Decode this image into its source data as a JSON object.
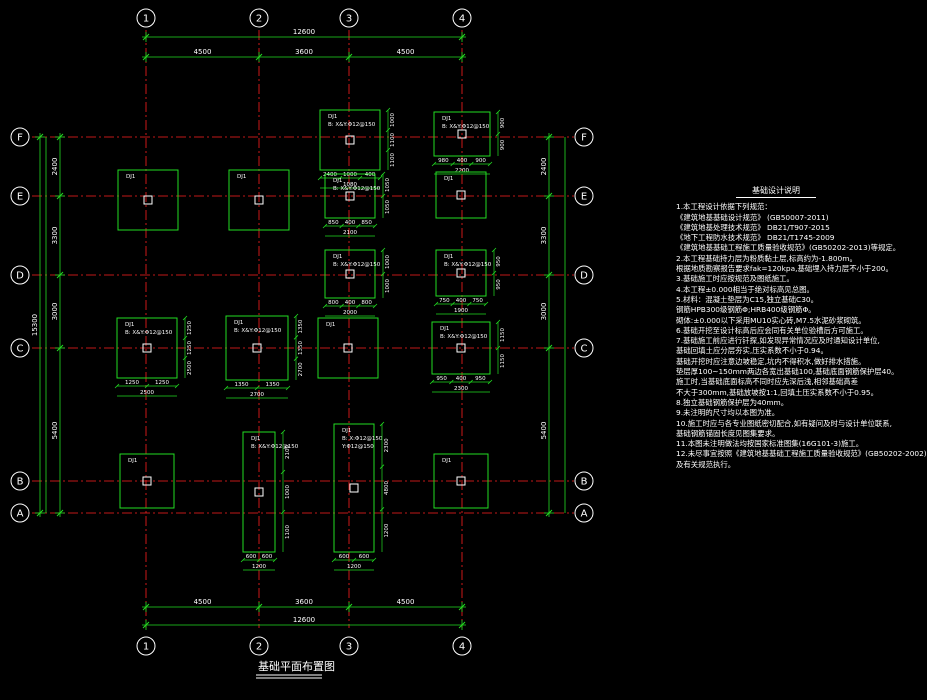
{
  "colors": {
    "background": "#000000",
    "grid": "#ff2020",
    "dimension": "#22dd22",
    "outline": "#ffffff",
    "text": "#ffffff",
    "footing": "#22dd22"
  },
  "axes": {
    "columns": [
      "1",
      "2",
      "3",
      "4"
    ],
    "rows": [
      "F",
      "E",
      "D",
      "C",
      "B",
      "A"
    ]
  },
  "dimensions": {
    "top_total": "12600",
    "top_spans": [
      "4500",
      "3600",
      "4500"
    ],
    "bottom_spans": [
      "4500",
      "3600",
      "4500"
    ],
    "bottom_total": "12600",
    "left_spans": [
      "2400",
      "3300",
      "3000",
      "5400"
    ],
    "left_total": "15300",
    "right_spans": [
      "2400",
      "3300",
      "3000",
      "5400"
    ]
  },
  "footings": [
    {
      "id": "f1",
      "labels": [
        "DJ1",
        "B: X&Y:Φ12@150"
      ],
      "dims": [
        "2400",
        "1000",
        "400",
        "1080"
      ],
      "vdims": [
        "1000",
        "1100",
        "1100"
      ]
    },
    {
      "id": "f2",
      "labels": [
        "DJ1",
        "B: X&Y:Φ12@150"
      ],
      "dims": [
        "980",
        "400",
        "900",
        "2200"
      ],
      "vdims": [
        "900",
        "900"
      ]
    },
    {
      "id": "f3",
      "labels": [
        "DJ1"
      ],
      "dims": [],
      "vdims": []
    },
    {
      "id": "f4",
      "labels": [
        "DJ1"
      ],
      "dims": [],
      "vdims": []
    },
    {
      "id": "f5",
      "labels": [
        "DJ1",
        "B: X&Y:Φ12@150"
      ],
      "dims": [
        "850",
        "400",
        "850",
        "2100"
      ],
      "vdims": [
        "1050",
        "1050"
      ]
    },
    {
      "id": "f6",
      "labels": [
        "DJ1"
      ],
      "dims": [],
      "vdims": []
    },
    {
      "id": "f7",
      "labels": [
        "DJ1",
        "B: X&Y:Φ12@150"
      ],
      "dims": [
        "800",
        "400",
        "800",
        "2000"
      ],
      "vdims": [
        "1000",
        "1000"
      ]
    },
    {
      "id": "f8",
      "labels": [
        "DJ1",
        "B: X&Y:Φ12@150"
      ],
      "dims": [
        "750",
        "400",
        "750",
        "1900"
      ],
      "vdims": [
        "950",
        "950"
      ]
    },
    {
      "id": "f9",
      "labels": [
        "DJ1",
        "B: X&Y:Φ12@150"
      ],
      "dims": [
        "1250",
        "1250",
        "2500"
      ],
      "vdims": [
        "1250",
        "1250",
        "2500"
      ]
    },
    {
      "id": "f10",
      "labels": [
        "DJ1",
        "B: X&Y:Φ12@150"
      ],
      "dims": [
        "1350",
        "1350",
        "2700"
      ],
      "vdims": [
        "1350",
        "1350",
        "2700"
      ]
    },
    {
      "id": "f11",
      "labels": [
        "DJ1"
      ],
      "dims": [],
      "vdims": []
    },
    {
      "id": "f12",
      "labels": [
        "DJ1",
        "B: X&Y:Φ12@150"
      ],
      "dims": [
        "950",
        "400",
        "950",
        "2300"
      ],
      "vdims": [
        "1150",
        "1150"
      ]
    },
    {
      "id": "f13",
      "labels": [
        "DJ1"
      ],
      "dims": [],
      "vdims": []
    },
    {
      "id": "f14",
      "labels": [
        "DJ1",
        "B: X&Y:Φ12@150"
      ],
      "dims": [
        "600",
        "600",
        "1200"
      ],
      "vdims": [
        "2100",
        "1000",
        "1100"
      ]
    },
    {
      "id": "f15",
      "labels": [
        "DJ1",
        "B: X:Φ12@150",
        "Y:Φ12@150"
      ],
      "dims": [
        "600",
        "600",
        "1200"
      ],
      "vdims": [
        "2300",
        "4800",
        "1200"
      ]
    },
    {
      "id": "f16",
      "labels": [
        "DJ1"
      ],
      "dims": [],
      "vdims": []
    }
  ],
  "plan_title": "基础平面布置图",
  "notes": {
    "title": "基础设计说明",
    "lines": [
      "1.本工程设计依据下列规范：",
      "  《建筑地基基础设计规范》     (GB50007-2011)",
      "  《建筑地基处理技术规范》     DB21/T907-2015",
      "  《地下工程防水技术规范》 DB21/T1745-2009",
      "  《建筑地基基础工程施工质量验收规范》(GB50202-2013)等规定。",
      "2.本工程基础持力层为粉质黏土层,标高约为-1.800m。",
      "  根据地质勘察报告要求fak=120kpa,基础埋入持力层不小于200。",
      "3.基础施工时应按规范及图纸施工。",
      "4.本工程±0.000相当于绝对标高见总图。",
      "5.材料：混凝土垫层为C15,独立基础C30。",
      "  钢筋HPB300级钢筋Φ;HRB400级钢筋Φ。",
      "  砌体:±0.000以下采用MU10实心砖,M7.5水泥砂浆砌筑。",
      "6.基础开挖至设计标高后应会同有关单位验槽后方可施工。",
      "7.基础施工前应进行钎探,如发现异常情况应及时通知设计单位,",
      "  基础回填土应分层夯实,压实系数不小于0.94。",
      "  基础开挖时应注意边坡稳定,坑内不得积水,做好排水措施。",
      "  垫层厚100~150mm两边各宽出基础100,基础底面钢筋保护层40。",
      "  施工时,当基础底面标高不同时应先深后浅,相邻基础高差",
      "  不大于300mm,基础放坡按1:1,回填土压实系数不小于0.95。",
      "8.独立基础钢筋保护层为40mm。",
      "9.未注明的尺寸均以本图为准。",
      "10.施工时应与各专业图纸密切配合,如有疑问及时与设计单位联系,",
      "   基础钢筋锚固长度见图集要求。",
      "11.本图未注明做法均按国家标准图集(16G101-3)施工。",
      "12.未尽事宜按照《建筑地基基础工程施工质量验收规范》(GB50202-2002)",
      "   及有关规范执行。"
    ]
  }
}
